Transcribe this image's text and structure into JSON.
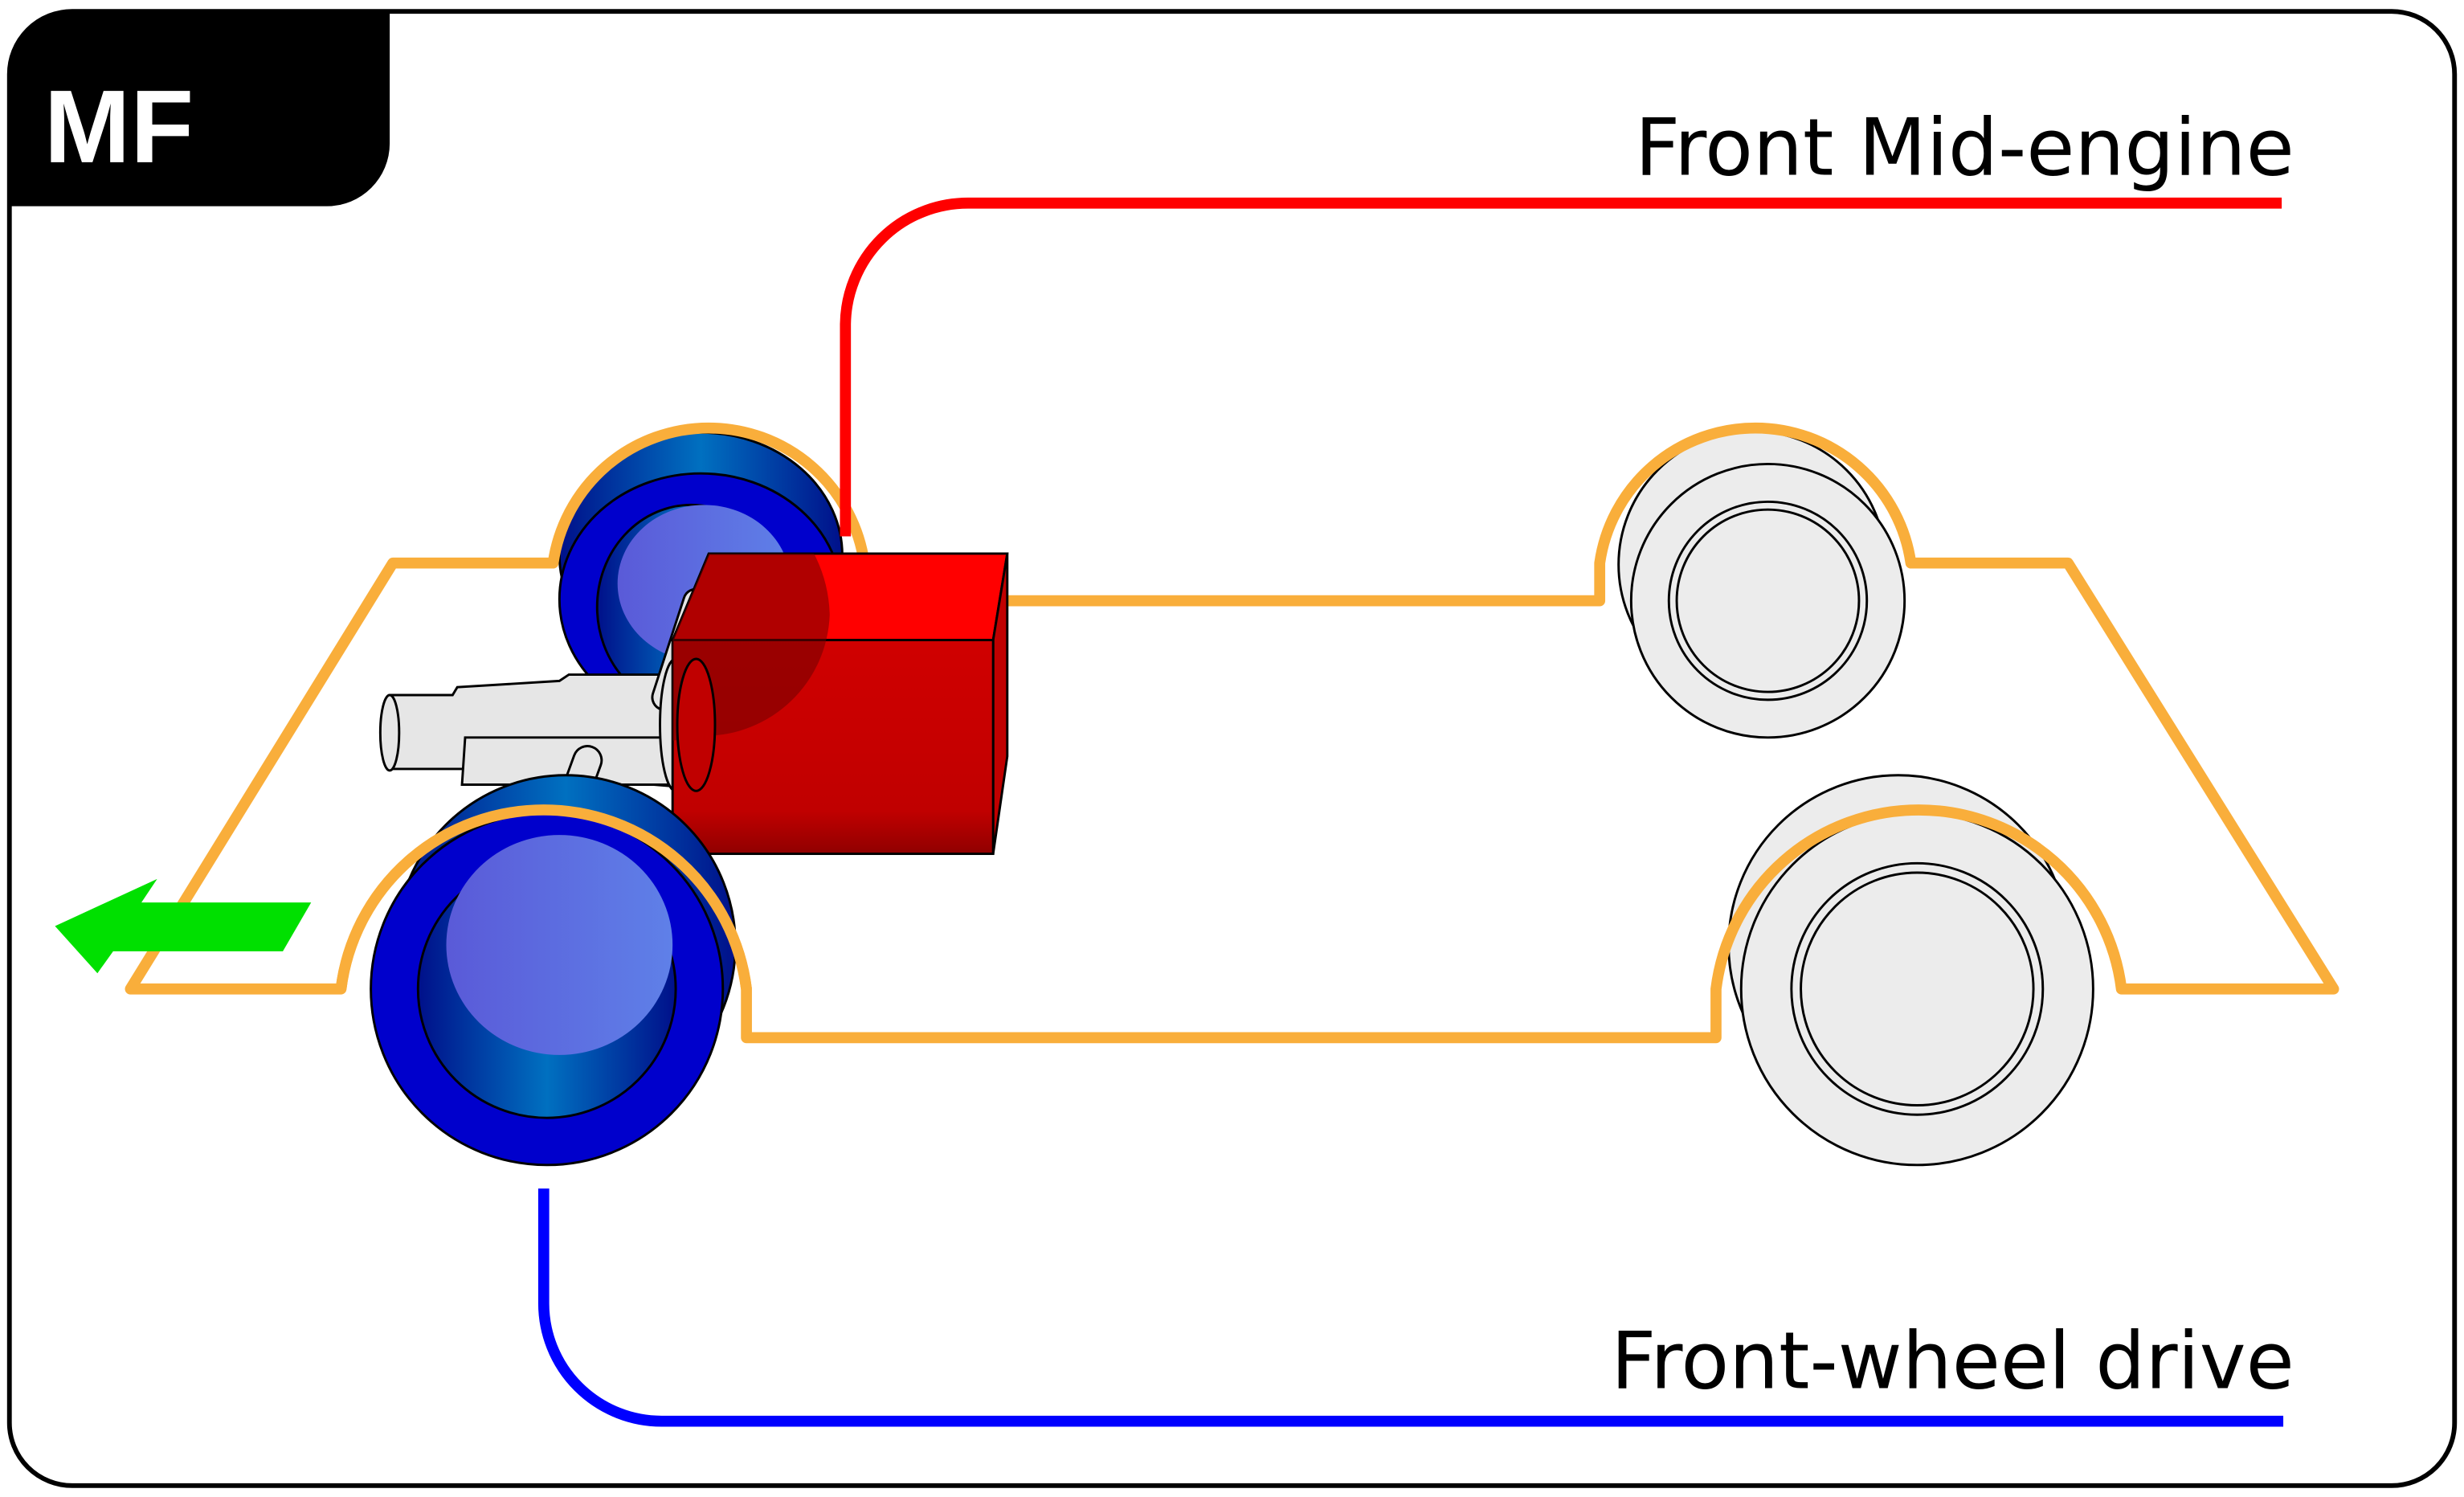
{
  "badge": "MF",
  "engine_label": "Front Mid-engine",
  "drive_label": "Front-wheel drive",
  "colors": {
    "engine": "#ff0000",
    "drive": "#0000ff",
    "body_outline": "#f9ae3b",
    "direction_arrow": "#00e000",
    "driven_wheel": "#0000cc"
  },
  "icons": [
    "forward-direction-arrow"
  ]
}
